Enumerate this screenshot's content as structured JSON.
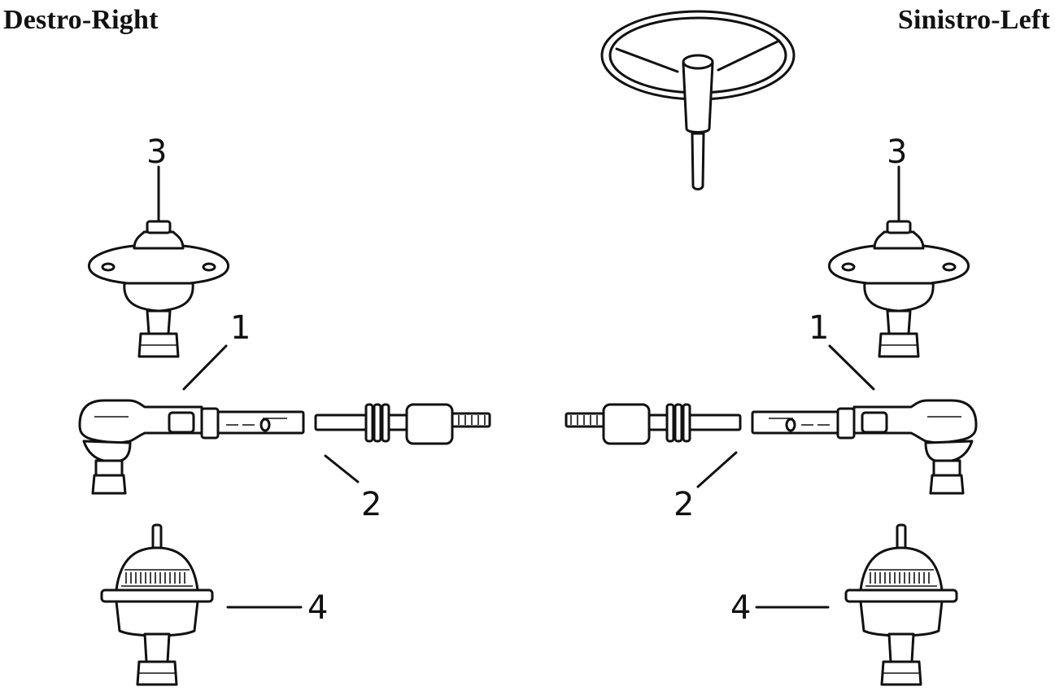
{
  "headers": {
    "right_side": "Destro-Right",
    "left_side": "Sinistro-Left"
  },
  "callouts": {
    "tie_rod_end": "1",
    "axial_joint": "2",
    "upper_ball_joint": "3",
    "lower_ball_joint": "4"
  },
  "colors": {
    "line": "#111111",
    "background": "#ffffff"
  }
}
